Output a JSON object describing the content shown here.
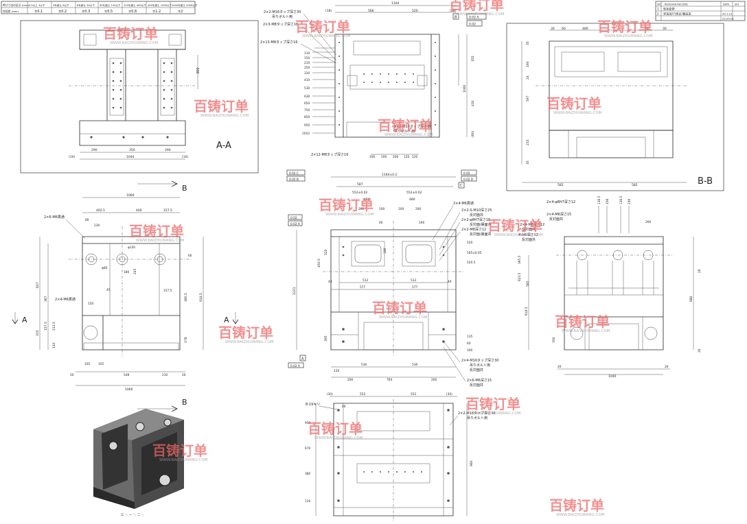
{
  "tolerance_table": {
    "headers": [
      "呼び寸法の区分 (mm)",
      "0.5以上 3以下",
      "3を超え 6以下",
      "6を超え 30以下",
      "30を超え 120以下",
      "120を超え 400以下",
      "400を超え 1000以下",
      "1000を超え 2000以下"
    ],
    "row_label": "許容差 (mm)",
    "values": [
      "±0.1",
      "±0.2",
      "±0.3",
      "±0.5",
      "±0.8",
      "±1.2",
      "±2"
    ]
  },
  "revision_block": {
    "header_no": "NO",
    "header_record": "REVISION RECORD",
    "header_date": "DATE",
    "header_sign": "SIG",
    "rows": [
      {
        "no": "1",
        "record": "型状変更",
        "date": "",
        "sign": ""
      },
      {
        "no": "2",
        "record": "穿追加/穴修正/番追加",
        "date": "20.1.21",
        "sign": ""
      },
      {
        "no": "",
        "record": "",
        "date": "25.05.01",
        "sign": ""
      }
    ]
  },
  "section_labels": {
    "aa": "A-A",
    "bb": "B-B",
    "b_top": "B",
    "b_bottom": "B",
    "a_left": "A",
    "a_mid": "A"
  },
  "view_aa": {
    "dims": [
      "300",
      "(10)",
      "290",
      "350",
      "290",
      "(10)",
      "1040"
    ]
  },
  "view_top": {
    "dims_top": [
      "1164",
      "(18)",
      "566",
      "520",
      "(18)"
    ],
    "left_rows": [
      "110",
      "150",
      "210",
      "250",
      "310",
      "410",
      "530",
      "630",
      "650",
      "750",
      "850",
      "950",
      "1010"
    ],
    "right_dims": [
      "355",
      "1060",
      "430",
      "(60)"
    ],
    "bottom_dims": [
      "100",
      "100",
      "200",
      "120",
      "120"
    ],
    "notes": [
      "2×2-M16タップ深さ30",
      "吊りボルト用",
      "2×3-M8タップ深さ16",
      "2×13-M8タップ深さ16",
      "2×12-M8タップ深さ16",
      "2×2-M16タップ深さ30",
      "吊りボルト用"
    ],
    "datum": [
      "B",
      "0.02 A",
      "0.02"
    ]
  },
  "view_bb": {
    "dims": [
      "30",
      "60",
      "480",
      "60",
      "30",
      "190",
      "35",
      "24",
      "597",
      "215",
      "35",
      "582",
      "582"
    ]
  },
  "view_left": {
    "dims_top": [
      "1060",
      "402.5",
      "400",
      "157.5",
      "80",
      "230"
    ],
    "notes": [
      "2×6-M6貫通",
      "2×4-M6貫通"
    ],
    "dims_left": [
      "607",
      "367",
      "315",
      "157.5",
      "212.5",
      "110"
    ],
    "dims_mid": [
      "φ80",
      "φ120",
      "60",
      "245",
      "157.5",
      "180",
      "150",
      "45"
    ],
    "dims_right": [
      "914.5",
      "380.5",
      "178"
    ],
    "dims_bottom": [
      "20",
      "105",
      "105",
      "548",
      "210",
      "20",
      "1060"
    ]
  },
  "view_front": {
    "dims_top": [
      "1164±0.2",
      "587",
      "552±0.02",
      "552±0.02",
      "480",
      "480",
      "200",
      "100",
      "100",
      "200"
    ],
    "datum_boxes": [
      "0.02 C",
      "0.02 B",
      "0.02",
      "0.02 D",
      "0.02",
      "0.02 A",
      "C"
    ],
    "left_dims": [
      "1221",
      "450.5",
      "520",
      "395"
    ],
    "mid_dims": [
      "512",
      "512",
      "577",
      "577",
      "43",
      "40",
      "108",
      "60",
      "190"
    ],
    "notes": [
      "2×4-M6貫通",
      "2×2-S-M10深さ25",
      "反対面共",
      "2×2-φ8H7深さ15",
      "反対面/裏面共",
      "2×2-M8深さ12",
      "反対面/裏面共",
      "2×4-M16タップ深さ30",
      "吊りボルト用",
      "反対面共",
      "2×6-M6深さ15",
      "反対面共"
    ],
    "right_dims": [
      "520",
      "505±0.05",
      "520.5",
      "135",
      "60",
      "100"
    ],
    "bottom_dims": [
      "120",
      "536",
      "536",
      "200",
      "764",
      "200"
    ],
    "datum_a": "A",
    "datum_bottom": "0.02 A"
  },
  "view_side": {
    "notes": [
      "2×4-φ8H7深さ12",
      "2×4-M6深さ15",
      "2×4-M8深さ12",
      "反対面共",
      "反対面共",
      "4-M6深さ12",
      "反対面共"
    ],
    "dims_top": [
      "130.5",
      "250",
      "130.5",
      "250",
      "260"
    ],
    "dims_left": [
      "395.5",
      "623.5",
      "505",
      "918.5",
      "350"
    ],
    "dims_right": [
      "20",
      "980",
      "20"
    ],
    "dims_bottom": [
      "20",
      "1040",
      "20"
    ]
  },
  "view_bottom": {
    "dims_top": [
      "(30)",
      "552",
      "552",
      "(30)",
      "60"
    ],
    "left_dims": [
      "950",
      "670",
      "380",
      "110"
    ],
    "right_dims": [
      "960"
    ],
    "notes": [
      "8-19キリ",
      "2×2-M16タップ深さ30",
      "吊りボルト用"
    ]
  },
  "render_caption": "三 ＼ 一 ＼ 二 ＼",
  "watermark": {
    "brand": "百铸订单",
    "url": "WWW.BAIZHUWANG.COM",
    "color": "#e45a5a"
  }
}
